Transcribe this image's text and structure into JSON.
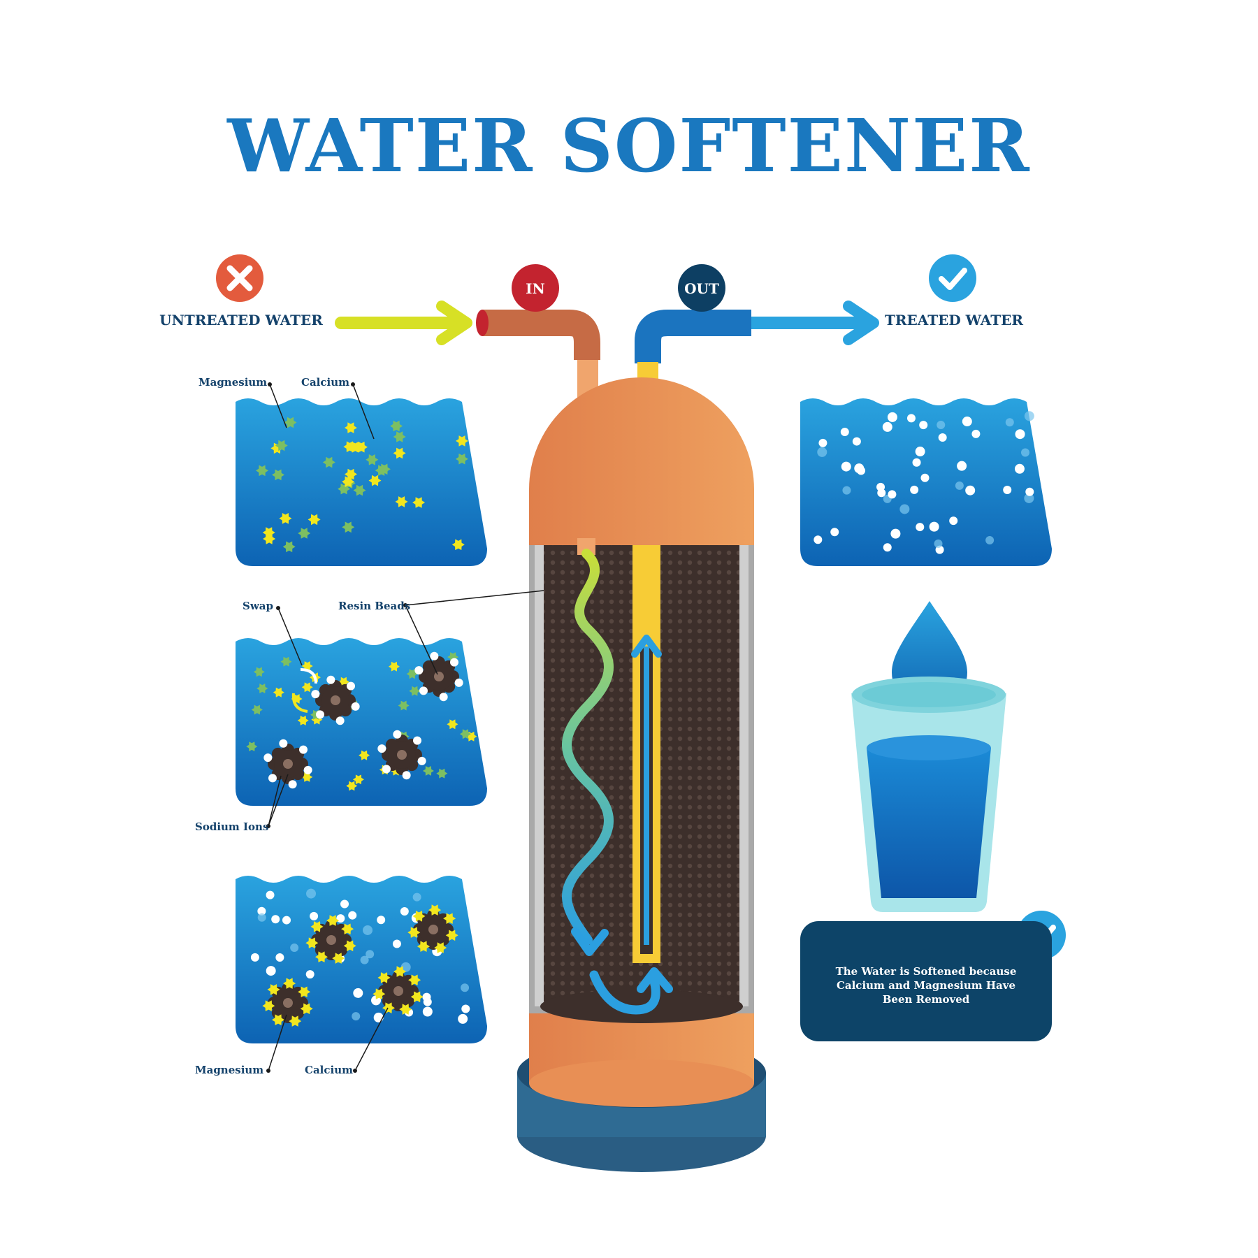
{
  "title": "WATER SOFTENER",
  "flow": {
    "untreated_label": "UNTREATED WATER",
    "treated_label": "TREATED WATER",
    "in_label": "IN",
    "out_label": "OUT",
    "untreated_icon": "cross-icon",
    "treated_icon": "check-icon"
  },
  "panels": {
    "hard_water": {
      "magnesium_label": "Magnesium",
      "calcium_label": "Calcium"
    },
    "exchange": {
      "swap_label": "Swap",
      "resin_label": "Resin Beads",
      "sodium_label": "Sodium Ions"
    },
    "captured": {
      "magnesium_label": "Magnesium",
      "calcium_label": "Calcium"
    }
  },
  "note": {
    "text": "The Water is Softened because Calcium and Magnesium Have Been Removed",
    "icon": "check-icon"
  },
  "colors": {
    "title": "#1a78bf",
    "water_top": "#2aa3df",
    "water_bottom": "#0d63b3",
    "tank_orange": "#e88f55",
    "resin": "#3d2f2b",
    "inlet_pipe": "#c66b45",
    "outlet_pipe": "#1b74bf",
    "in_badge": "#c3232f",
    "out_badge": "#0d3f63",
    "untreated_arrow": "#d7e025",
    "treated_arrow": "#2aa3df",
    "cross_badge": "#e35b3d",
    "check_badge": "#2aa3df",
    "magnesium": "#f2e61e",
    "calcium": "#7dbf62",
    "sodium": "#ffffff"
  }
}
